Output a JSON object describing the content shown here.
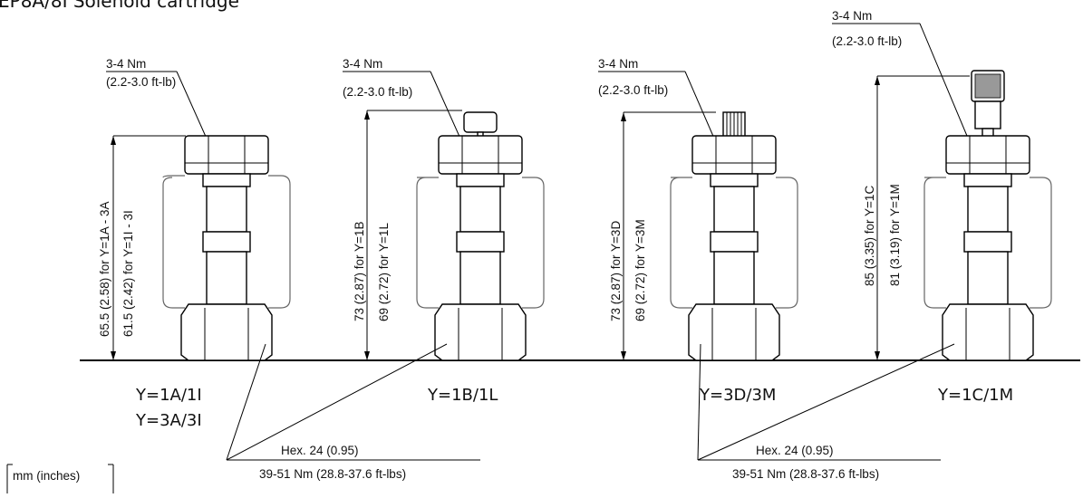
{
  "title": "EP8A/8I Solenoid cartridge",
  "units_label": "mm  (inches)",
  "cartridges": [
    {
      "variant_label": "Y=1A/1I",
      "variant_label_2": "Y=3A/3I",
      "torque_top": "3-4 Nm",
      "torque_top_imperial": "(2.2-3.0 ft-lb)",
      "dim_a": "65.5 (2.58)  for Y=1A - 3A",
      "dim_b": "61.5 (2.42)  for Y=1I - 3I",
      "top": "none"
    },
    {
      "variant_label": "Y=1B/1L",
      "torque_top": "3-4 Nm",
      "torque_top_imperial": "(2.2-3.0 ft-lb)",
      "dim_a": "73 (2.87)  for Y=1B",
      "dim_b": "69 (2.72)  for Y=1L",
      "top": "pushbutton"
    },
    {
      "variant_label": "Y=3D/3M",
      "torque_top": "3-4 Nm",
      "torque_top_imperial": "(2.2-3.0 ft-lb)",
      "dim_a": "73 (2.87)  for Y=3D",
      "dim_b": "69 (2.72)  for Y=3M",
      "top": "knurled"
    },
    {
      "variant_label": "Y=1C/1M",
      "torque_top": "3-4 Nm",
      "torque_top_imperial": "(2.2-3.0 ft-lb)",
      "dim_a": "85 (3.35)  for Y=1C",
      "dim_b": "81 (3.19)  for Y=1M",
      "top": "knob"
    }
  ],
  "hex_callouts": [
    {
      "hex": "Hex. 24 (0.95)",
      "torque": "39-51 Nm (28.8-37.6 ft-lbs)"
    },
    {
      "hex": "Hex. 24 (0.95)",
      "torque": "39-51 Nm (28.8-37.6 ft-lbs)"
    }
  ]
}
